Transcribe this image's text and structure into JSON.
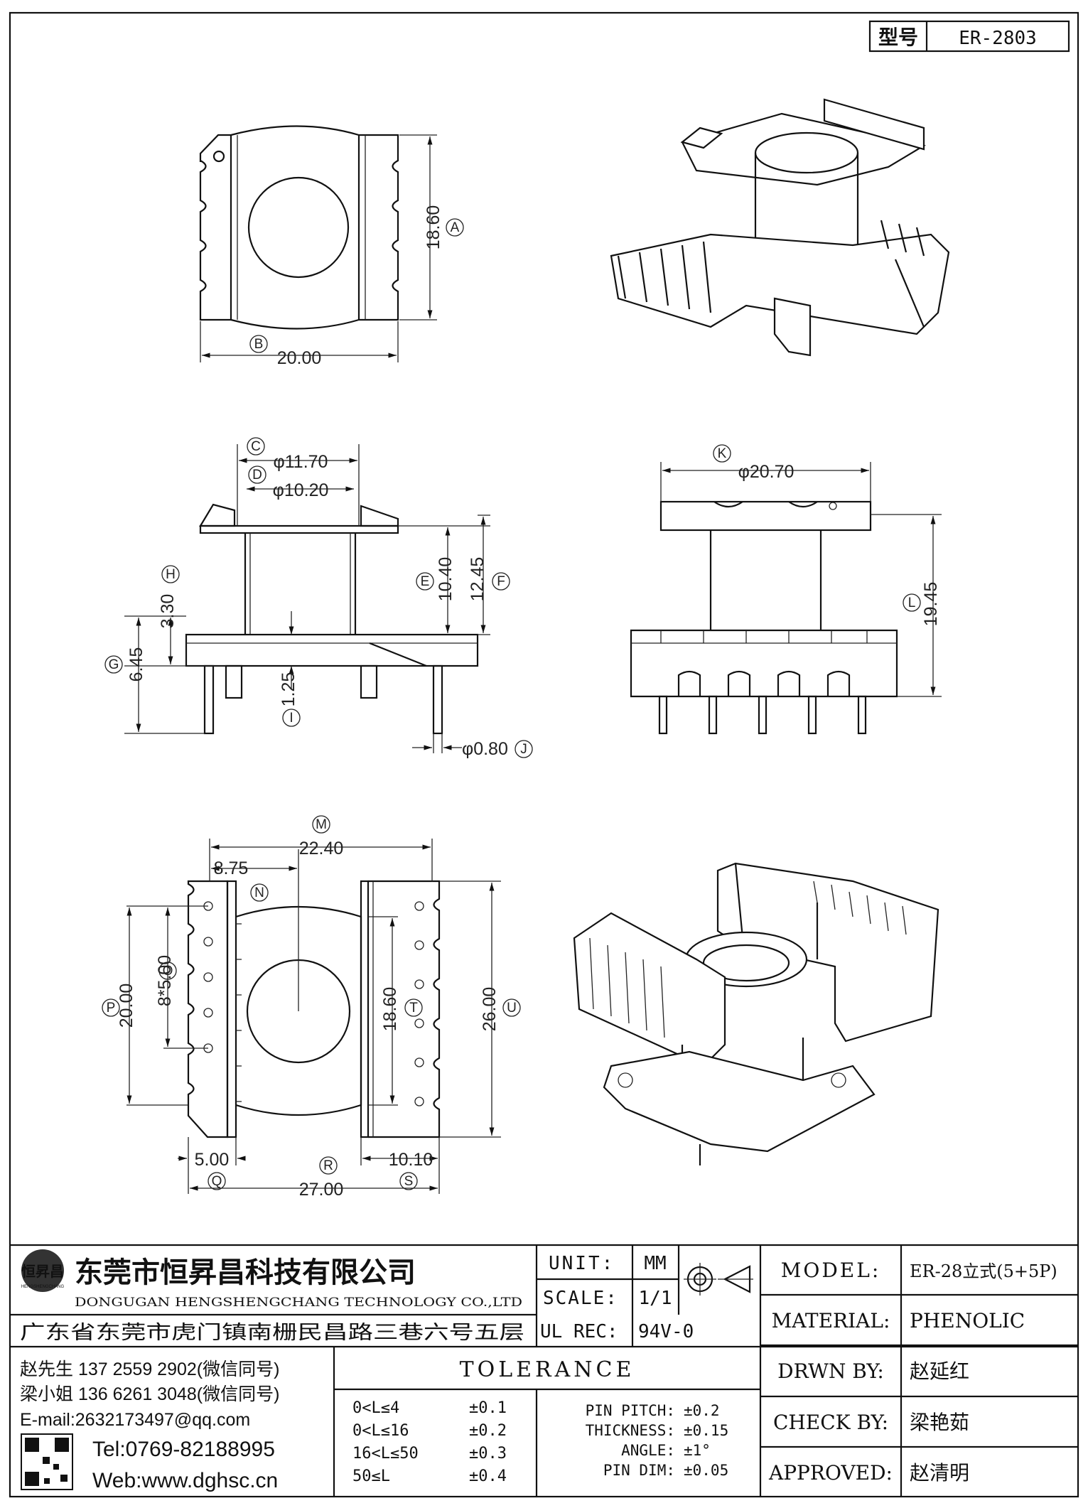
{
  "header": {
    "model_label": "型号",
    "model_value": "ER-2803"
  },
  "views": {
    "top": {
      "dim_A": "18.60",
      "dim_B": "20.00",
      "label_A": "A",
      "label_B": "B"
    },
    "front": {
      "dim_C": "φ11.70",
      "dim_D": "φ10.20",
      "dim_E": "10.40",
      "dim_F": "12.45",
      "dim_G": "6.45",
      "dim_H": "3.30",
      "dim_I": "1.25",
      "dim_J": "φ0.80",
      "label_C": "C",
      "label_D": "D",
      "label_E": "E",
      "label_F": "F",
      "label_G": "G",
      "label_H": "H",
      "label_I": "I",
      "label_J": "J"
    },
    "side": {
      "dim_K": "φ20.70",
      "dim_L": "19.45",
      "label_K": "K",
      "label_L": "L"
    },
    "bottom": {
      "dim_M": "22.40",
      "dim_N": "8.75",
      "dim_O": "8*5.00",
      "dim_P": "20.00",
      "dim_Q": "5.00",
      "dim_R": "27.00",
      "dim_S": "10.10",
      "dim_T": "18.60",
      "dim_U": "26.00",
      "label_M": "M",
      "label_N": "N",
      "label_O": "O",
      "label_P": "P",
      "label_Q": "Q",
      "label_R": "R",
      "label_S": "S",
      "label_T": "T",
      "label_U": "U"
    }
  },
  "title_block": {
    "company_cn": "东莞市恒昇昌科技有限公司",
    "company_en": "DONGUGAN HENGSHENGCHANG TECHNOLOGY CO.,LTD",
    "address": "广东省东莞市虎门镇南栅民昌路三巷六号五层",
    "logo_text": "恒昇昌",
    "logo_sub": "HENGSHENGCHANG",
    "contacts": [
      "赵先生 137 2559 2902(微信同号)",
      "梁小姐 136 6261 3048(微信同号)",
      "E-mail:2632173497@qq.com"
    ],
    "tel": "Tel:0769-82188995",
    "web": "Web:www.dghsc.cn",
    "unit_label": "UNIT:",
    "unit_value": "MM",
    "scale_label": "SCALE:",
    "scale_value": "1/1",
    "ulrec_label": "UL REC:",
    "ulrec_value": "94V-0",
    "tolerance_title": "TOLERANCE",
    "tolerances": [
      {
        "range": "0<L≤4",
        "value": "±0.1"
      },
      {
        "range": "0<L≤16",
        "value": "±0.2"
      },
      {
        "range": "16<L≤50",
        "value": "±0.3"
      },
      {
        "range": "50≤L",
        "value": "±0.4"
      }
    ],
    "other_tolerances": [
      {
        "label": "PIN PITCH:",
        "value": "±0.2"
      },
      {
        "label": "THICKNESS:",
        "value": "±0.15"
      },
      {
        "label": "ANGLE:",
        "value": "±1°"
      },
      {
        "label": "PIN DIM:",
        "value": "±0.05"
      }
    ],
    "fields": [
      {
        "label": "MODEL:",
        "value": "ER-28立式(5+5P)"
      },
      {
        "label": "MATERIAL:",
        "value": "PHENOLIC"
      },
      {
        "label": "DRWN BY:",
        "value": "赵延红"
      },
      {
        "label": "CHECK BY:",
        "value": "梁艳茹"
      },
      {
        "label": "APPROVED:",
        "value": "赵清明"
      }
    ]
  }
}
